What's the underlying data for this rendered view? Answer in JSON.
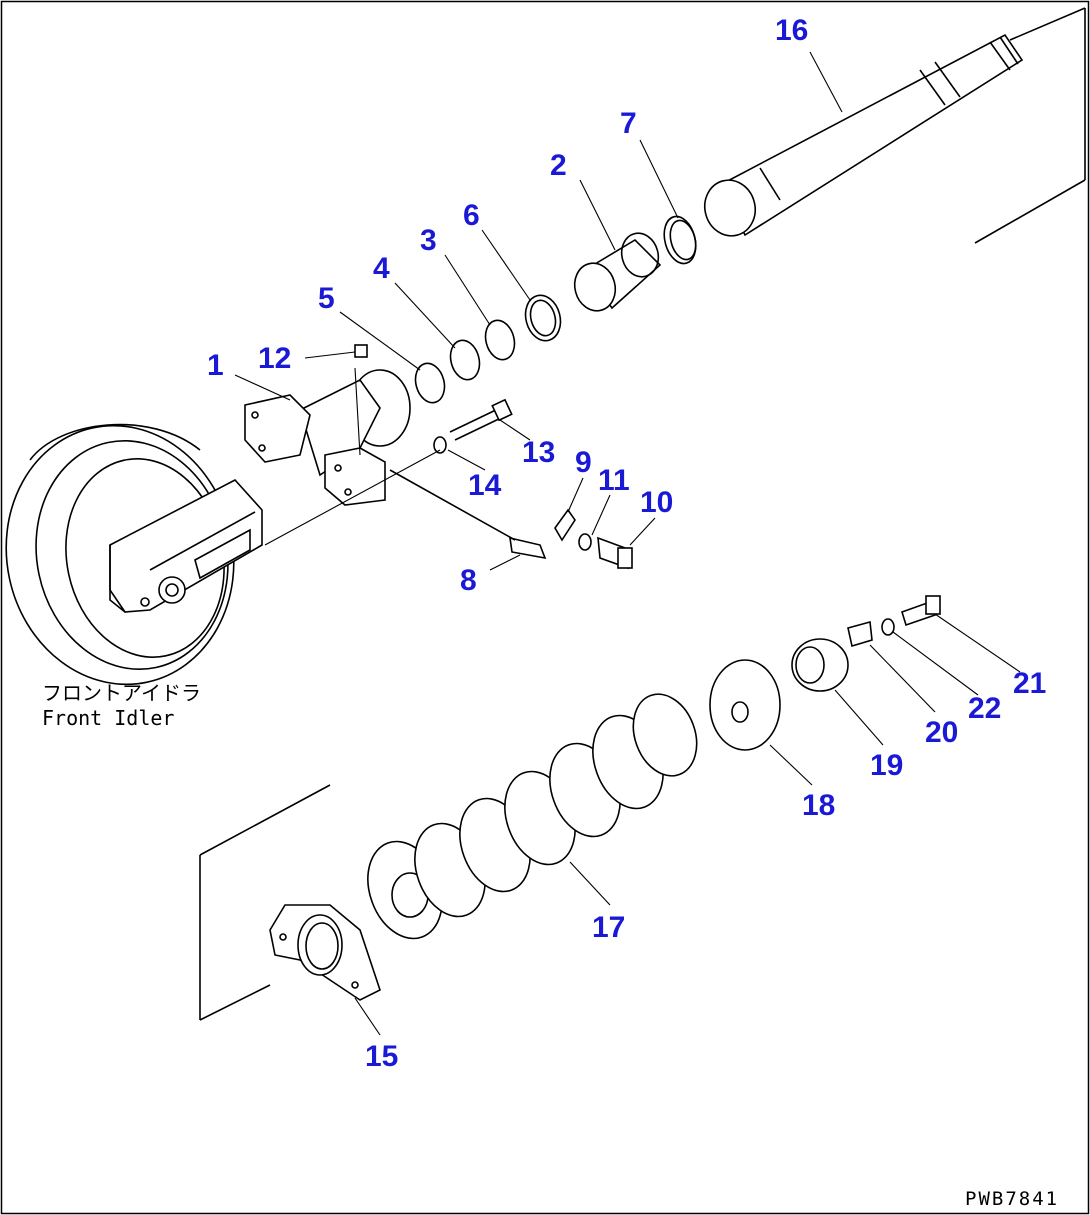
{
  "diagram": {
    "caption_jp": "フロントアイドラ",
    "caption_en": "Front Idler",
    "drawing_id": "PWB7841",
    "callouts": [
      {
        "id": "1",
        "label": "1"
      },
      {
        "id": "2",
        "label": "2"
      },
      {
        "id": "3",
        "label": "3"
      },
      {
        "id": "4",
        "label": "4"
      },
      {
        "id": "5",
        "label": "5"
      },
      {
        "id": "6",
        "label": "6"
      },
      {
        "id": "7",
        "label": "7"
      },
      {
        "id": "8",
        "label": "8"
      },
      {
        "id": "9",
        "label": "9"
      },
      {
        "id": "10",
        "label": "10"
      },
      {
        "id": "11",
        "label": "11"
      },
      {
        "id": "12",
        "label": "12"
      },
      {
        "id": "13",
        "label": "13"
      },
      {
        "id": "14",
        "label": "14"
      },
      {
        "id": "15",
        "label": "15"
      },
      {
        "id": "16",
        "label": "16"
      },
      {
        "id": "17",
        "label": "17"
      },
      {
        "id": "18",
        "label": "18"
      },
      {
        "id": "19",
        "label": "19"
      },
      {
        "id": "20",
        "label": "20"
      },
      {
        "id": "21",
        "label": "21"
      },
      {
        "id": "22",
        "label": "22"
      }
    ],
    "colors": {
      "callout": "#1a1ad6",
      "line": "#000000",
      "background": "#ffffff"
    }
  }
}
